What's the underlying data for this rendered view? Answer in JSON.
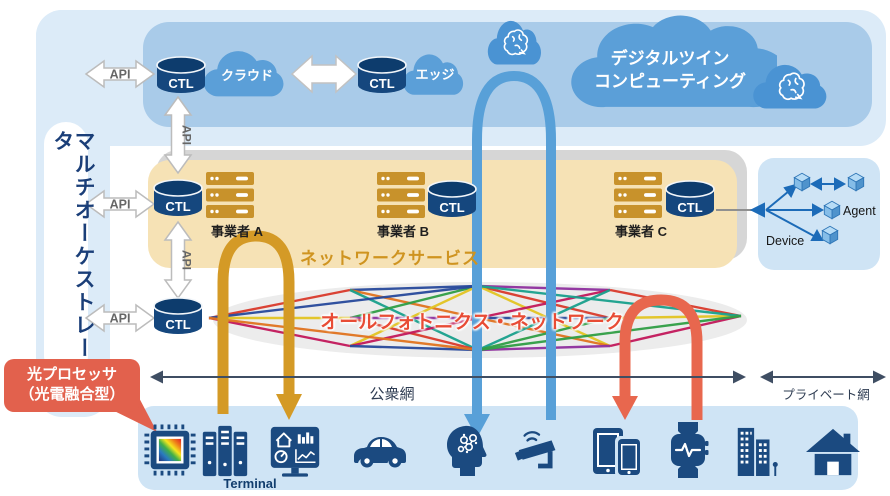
{
  "api_label": "API",
  "ctl_label": "CTL",
  "orchestrator": {
    "label": "マルチオーケストレータ"
  },
  "top_layer": {
    "cloud_label": "クラウド",
    "edge_label": "エッジ",
    "digital_twin": {
      "line1": "デジタルツイン",
      "line2": "コンピューティング"
    }
  },
  "service_layer": {
    "title": "ネットワークサービス",
    "operators": [
      {
        "label": "事業者 A"
      },
      {
        "label": "事業者 B"
      },
      {
        "label": "事業者 C"
      }
    ]
  },
  "photonics_network": {
    "label": "オールフォトニクス・ネットワーク",
    "line_colors": [
      "#d93a2b",
      "#27499b",
      "#2f9e44",
      "#e3c422",
      "#e0731f",
      "#8e2f9e",
      "#c2185b",
      "#19a08c"
    ]
  },
  "device_panel": {
    "agent_label": "Agent",
    "device_label": "Device"
  },
  "network_spans": {
    "public": "公衆網",
    "private": "プライベート網"
  },
  "edge_devices": {
    "terminal_label": "Terminal",
    "icons": [
      "optical-processor-chip",
      "server-towers",
      "dashboard-monitor",
      "car",
      "ai-head",
      "surveillance-camera",
      "mobile-devices",
      "smartwatch",
      "buildings",
      "home"
    ]
  },
  "callout": {
    "line1": "光プロセッサ",
    "line2": "（光電融合型）"
  },
  "colors": {
    "light_blue_panel": "#dcebf8",
    "cloud_band": "#a9cbe9",
    "cloud_fill": "#5b9fd8",
    "brain_cloud_fill": "#4a93d3",
    "beige_panel": "#f6e2b5",
    "bottom_band": "#cfe4f5",
    "navy_icon": "#1b4a80",
    "ctl_navy": "#15477e",
    "gold_arc": "#d49a26",
    "blue_arc": "#58a0d8",
    "orange_arc": "#e8674e",
    "callout_red": "#e2614d",
    "photonics_text": "#e84c35",
    "services_text": "#cf9420",
    "rack_gold": "#c8922b"
  }
}
